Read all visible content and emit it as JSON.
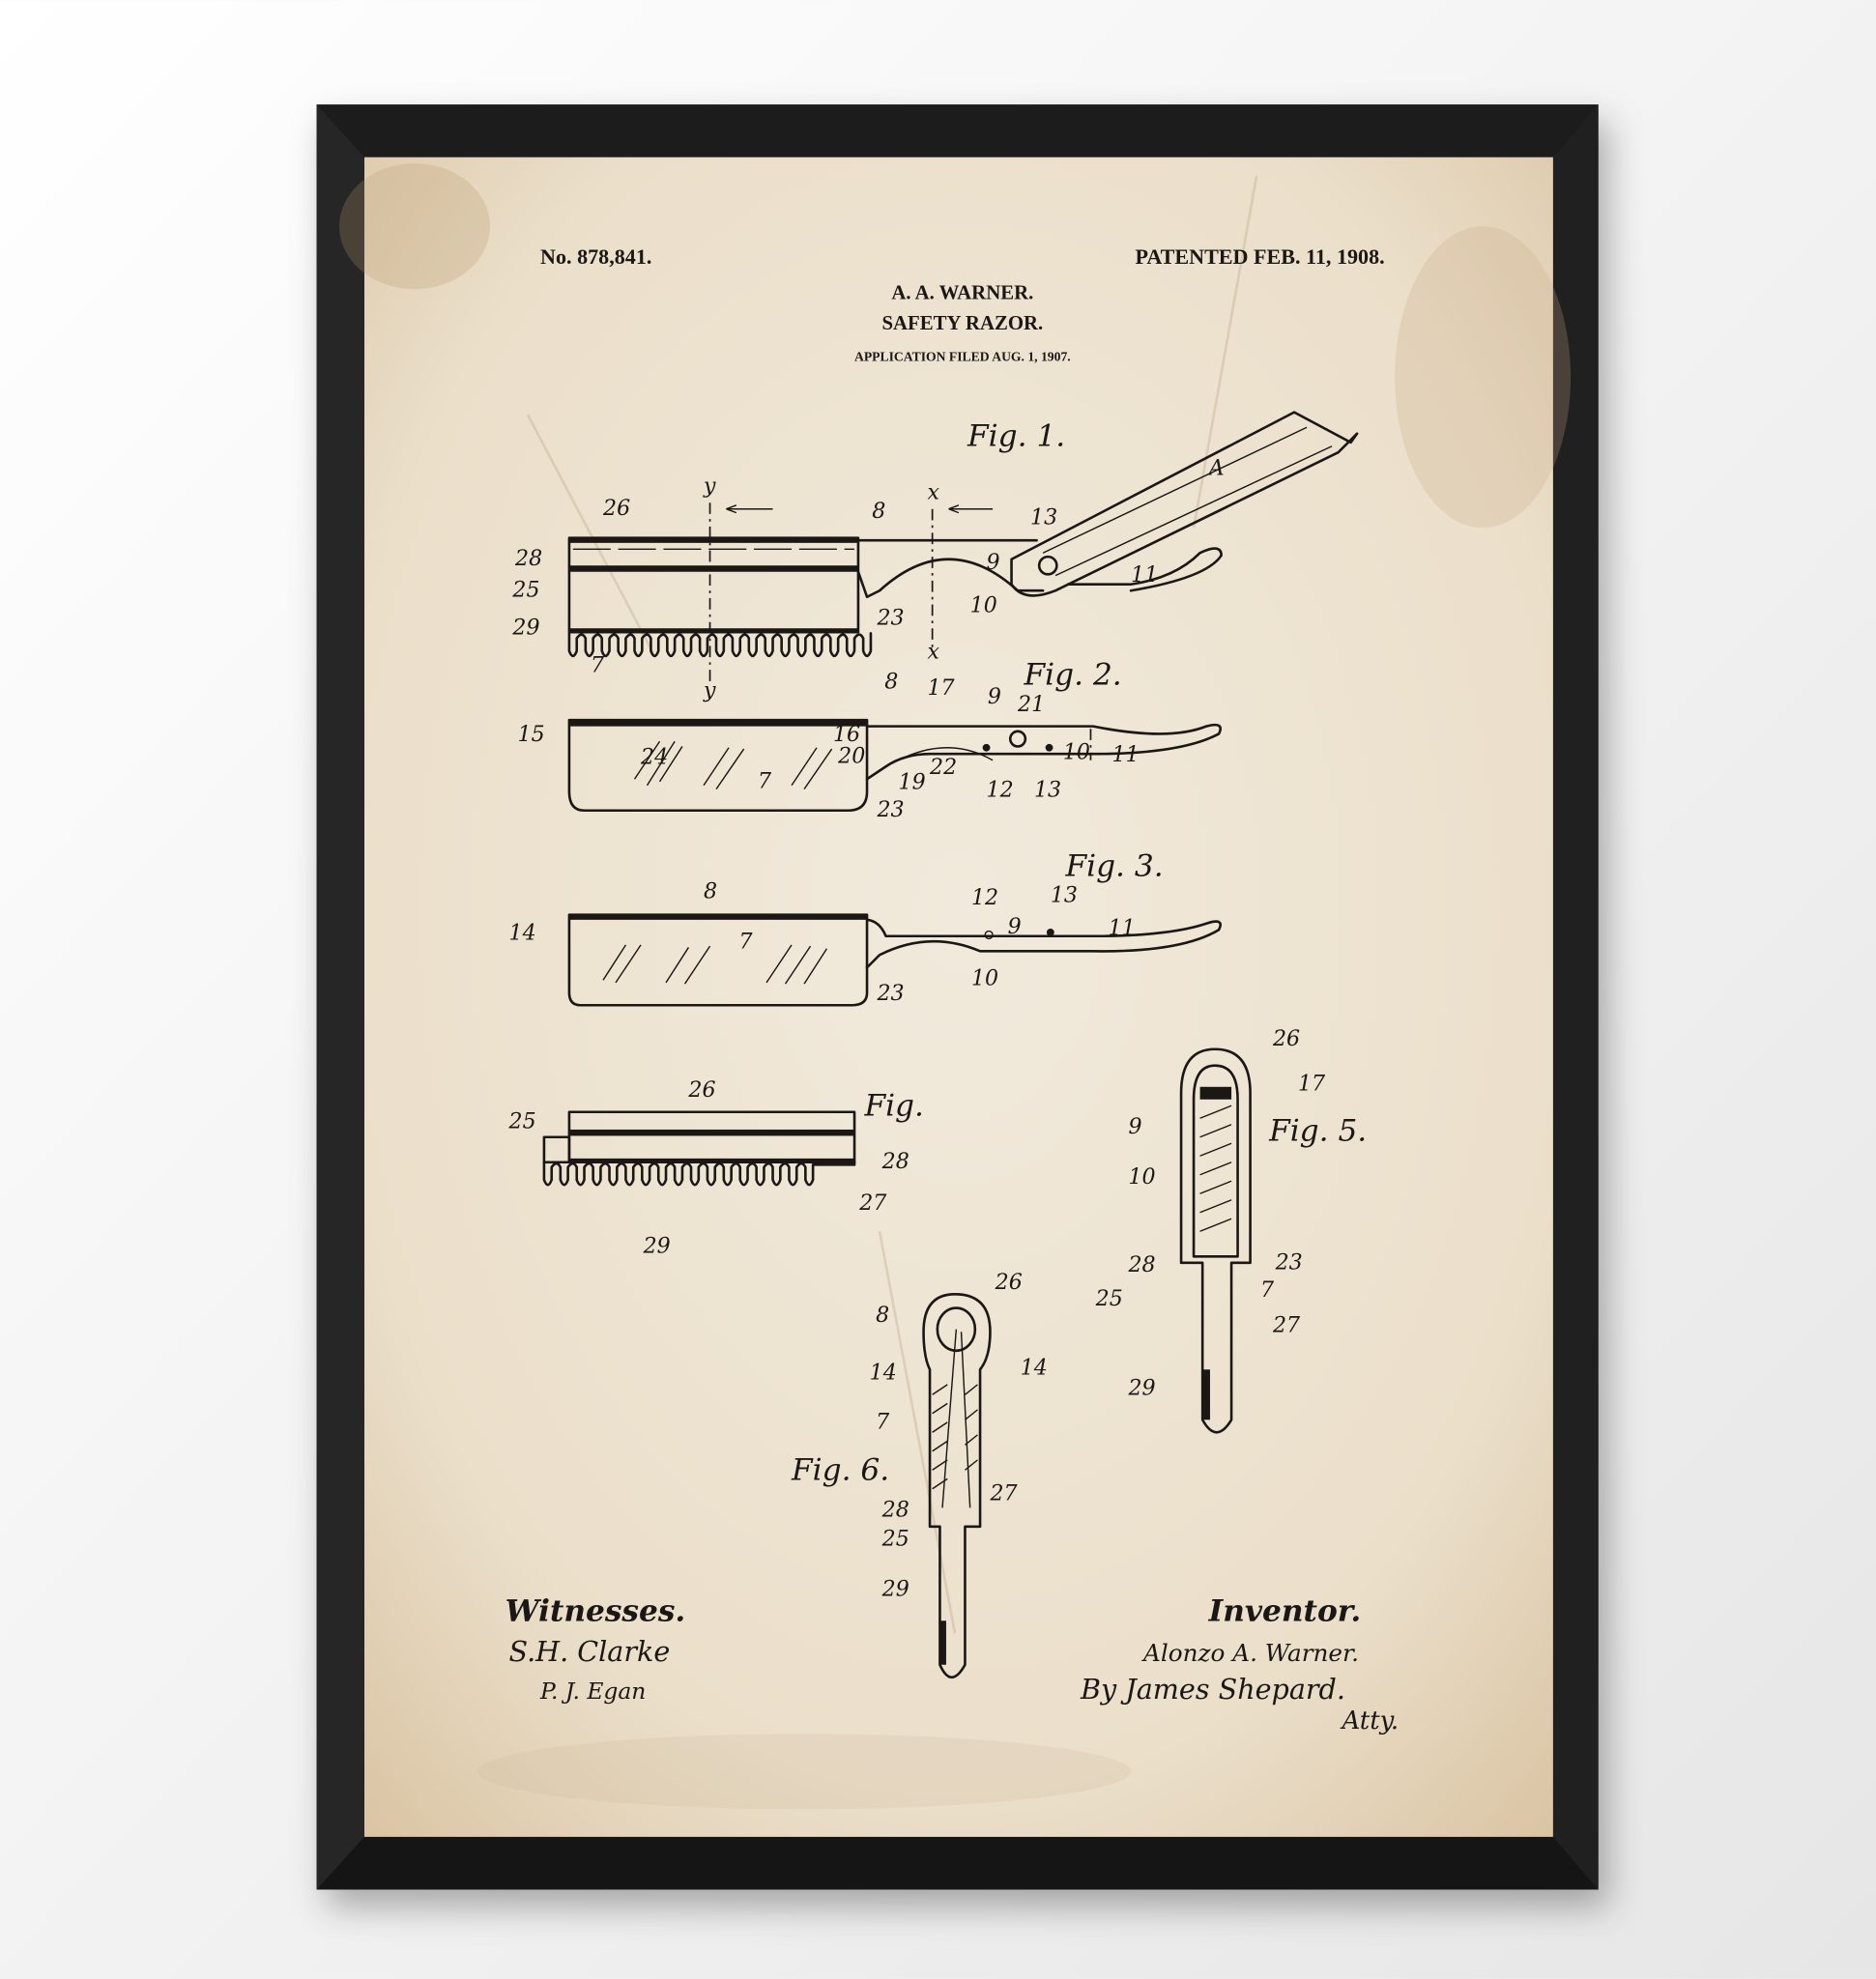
{
  "header": {
    "patent_number": "No. 878,841.",
    "patented_date": "PATENTED FEB. 11, 1908.",
    "inventor_name": "A. A. WARNER.",
    "title": "SAFETY RAZOR.",
    "application": "APPLICATION FILED AUG. 1, 1907."
  },
  "figures": [
    {
      "label": "Fig. 1.",
      "refs": [
        "26",
        "y",
        "x",
        "8",
        "13",
        "A",
        "28",
        "25",
        "29",
        "9",
        "11",
        "10",
        "23",
        "7",
        "y",
        "x"
      ]
    },
    {
      "label": "Fig. 2.",
      "refs": [
        "8",
        "17",
        "9",
        "21",
        "15",
        "16",
        "24",
        "20",
        "22",
        "7",
        "19",
        "12",
        "13",
        "10",
        "11",
        "23"
      ]
    },
    {
      "label": "Fig. 3.",
      "refs": [
        "8",
        "12",
        "13",
        "14",
        "9",
        "7",
        "11",
        "10",
        "23"
      ]
    },
    {
      "label": "Fig.",
      "refs": [
        "26",
        "25",
        "28",
        "27",
        "29"
      ]
    },
    {
      "label": "Fig. 5.",
      "refs": [
        "26",
        "17",
        "9",
        "10",
        "28",
        "23",
        "25",
        "7",
        "27",
        "29"
      ]
    },
    {
      "label": "Fig. 6.",
      "refs": [
        "8",
        "26",
        "14",
        "14",
        "7",
        "27",
        "28",
        "25",
        "29"
      ]
    }
  ],
  "signatures": {
    "witnesses_label": "Witnesses.",
    "witness_1": "S.H. Clarke",
    "witness_2": "P. J. Egan",
    "inventor_label": "Inventor.",
    "inventor_signature": "Alonzo A. Warner.",
    "attorney": "By James Shepard.",
    "attorney_suffix": "Atty."
  },
  "colors": {
    "paper": "#ece2d0",
    "frame": "#1b1b1b",
    "ink": "#1a1714"
  }
}
